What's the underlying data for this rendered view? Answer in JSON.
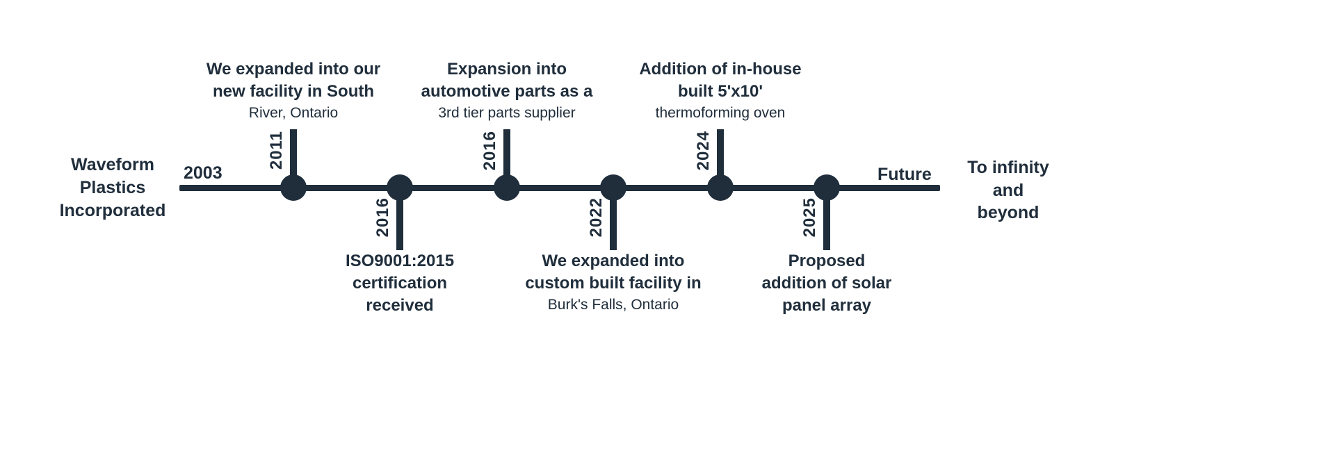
{
  "colors": {
    "ink": "#202e3c",
    "background": "#ffffff"
  },
  "timeline": {
    "company_label": "Waveform\nPlastics\nIncorporated",
    "start_year": "2003",
    "end_label": "Future",
    "outro_label": "To infinity\nand\nbeyond"
  },
  "events": [
    {
      "year": "2011",
      "direction": "up",
      "title": "We expanded into our\nnew facility in South",
      "subtitle": "River, Ontario"
    },
    {
      "year": "2016",
      "direction": "down",
      "title": "ISO9001:2015\ncertification\nreceived",
      "subtitle": ""
    },
    {
      "year": "2016",
      "direction": "up",
      "title": "Expansion into\nautomotive parts as a",
      "subtitle": "3rd tier parts supplier"
    },
    {
      "year": "2022",
      "direction": "down",
      "title": "We expanded into\ncustom built facility in",
      "subtitle": "Burk's Falls, Ontario"
    },
    {
      "year": "2024",
      "direction": "up",
      "title": "Addition of in-house\nbuilt 5'x10'",
      "subtitle": "thermoforming oven"
    },
    {
      "year": "2025",
      "direction": "down",
      "title": "Proposed\naddition of solar\npanel array",
      "subtitle": ""
    }
  ]
}
